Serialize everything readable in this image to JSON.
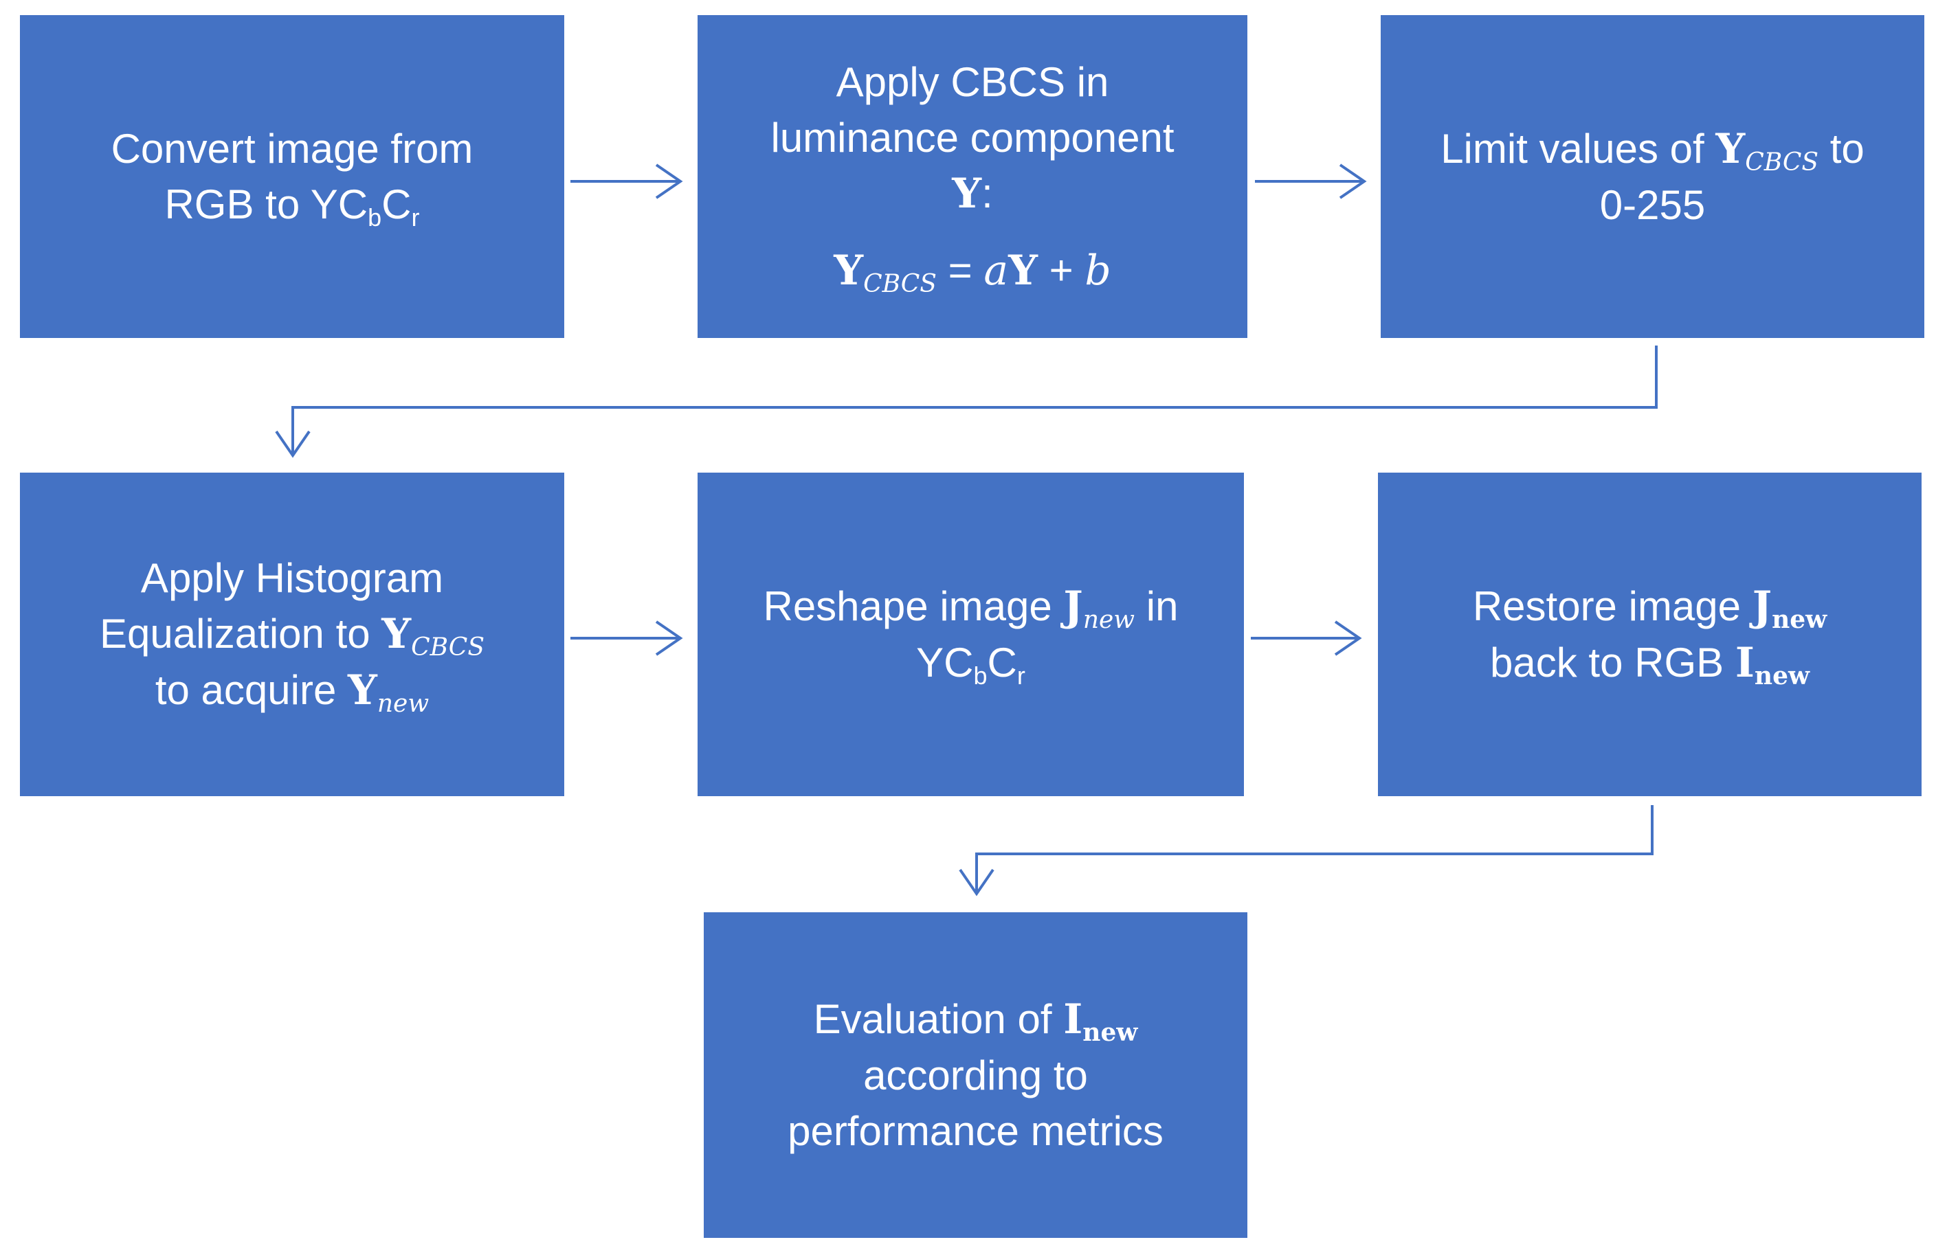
{
  "colors": {
    "box": "#4472C4",
    "text": "#FFFFFF",
    "arrow": "#4472C4"
  },
  "boxes": [
    {
      "id": "convert-rgb-to-ycbcr",
      "lines": [
        [
          {
            "t": "Convert image from"
          }
        ],
        [
          {
            "t": "RGB to YC"
          },
          {
            "t": "b",
            "sub": true
          },
          {
            "t": "C"
          },
          {
            "t": "r",
            "sub": true
          }
        ]
      ]
    },
    {
      "id": "apply-cbcs",
      "lines": [
        [
          {
            "t": "Apply CBCS in"
          }
        ],
        [
          {
            "t": "luminance component"
          }
        ],
        [
          {
            "t": "Y",
            "math": true
          },
          {
            "t": ":"
          }
        ],
        [],
        [
          {
            "t": "Y",
            "math": true
          },
          {
            "t": "CBCS",
            "sub": true,
            "italic": true
          },
          {
            "t": " = "
          },
          {
            "t": "a",
            "italic": true
          },
          {
            "t": "Y",
            "math": true
          },
          {
            "t": " + "
          },
          {
            "t": "b",
            "italic": true
          }
        ]
      ]
    },
    {
      "id": "limit-values",
      "lines": [
        [
          {
            "t": "Limit values of "
          },
          {
            "t": "Y",
            "math": true
          },
          {
            "t": "CBCS",
            "sub": true,
            "italic": true
          },
          {
            "t": " to"
          }
        ],
        [
          {
            "t": "0-255"
          }
        ]
      ]
    },
    {
      "id": "histogram-equalization",
      "lines": [
        [
          {
            "t": "Apply Histogram"
          }
        ],
        [
          {
            "t": "Equalization to "
          },
          {
            "t": "Y",
            "math": true
          },
          {
            "t": "CBCS",
            "sub": true,
            "italic": true
          }
        ],
        [
          {
            "t": "to acquire "
          },
          {
            "t": "Y",
            "math": true
          },
          {
            "t": "new",
            "sub": true,
            "italic": true
          }
        ]
      ]
    },
    {
      "id": "reshape-image",
      "lines": [
        [
          {
            "t": "Reshape image "
          },
          {
            "t": "J",
            "math": true
          },
          {
            "t": "new",
            "sub": true,
            "italic": true
          },
          {
            "t": " in"
          }
        ],
        [
          {
            "t": "YC"
          },
          {
            "t": "b",
            "sub": true
          },
          {
            "t": "C"
          },
          {
            "t": "r",
            "sub": true
          }
        ]
      ]
    },
    {
      "id": "restore-image",
      "lines": [
        [
          {
            "t": "Restore image "
          },
          {
            "t": "J",
            "math": true
          },
          {
            "t": "new",
            "sub": true,
            "math": true
          }
        ],
        [
          {
            "t": "back to RGB "
          },
          {
            "t": "I",
            "math": true
          },
          {
            "t": "new",
            "sub": true,
            "math": true
          }
        ]
      ]
    },
    {
      "id": "evaluation",
      "lines": [
        [
          {
            "t": "Evaluation of "
          },
          {
            "t": "I",
            "math": true
          },
          {
            "t": "new",
            "sub": true,
            "math": true
          }
        ],
        [
          {
            "t": "according to"
          }
        ],
        [
          {
            "t": "performance metrics"
          }
        ]
      ]
    }
  ]
}
